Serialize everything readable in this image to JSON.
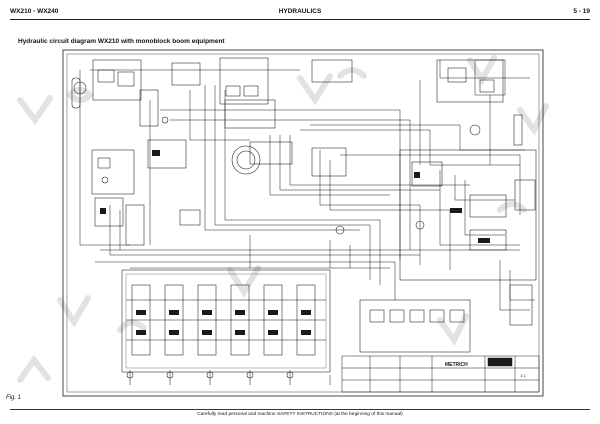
{
  "header": {
    "model": "WX210 - WX240",
    "section": "HYDRAULICS",
    "page": "5 - 19"
  },
  "title": "Hydraulic circuit diagram WX210 with monoblock boom equipment",
  "title_block": {
    "brand": "METRICH",
    "scale": "1:1"
  },
  "figure_label": "Fig. 1",
  "footer": "Carefully read personal and machine SAFETY INSTRUCTIONS (at the beginning of this manual)",
  "colors": {
    "line": "#1a1a1a",
    "watermark": "#e2e2e2"
  }
}
